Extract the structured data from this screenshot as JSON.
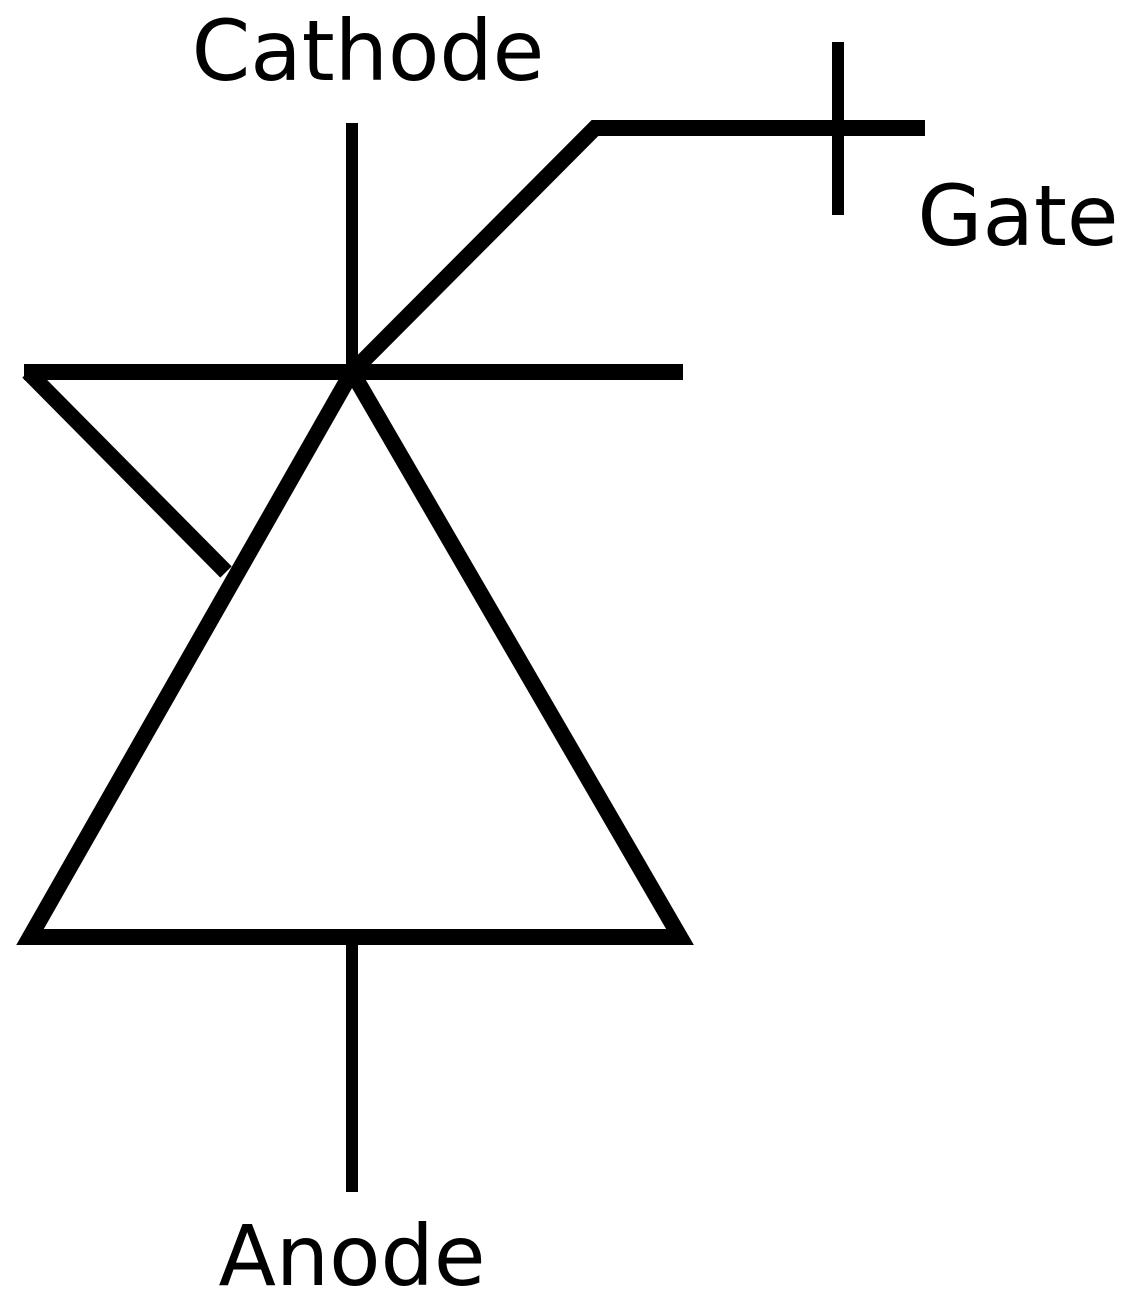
{
  "terminals": {
    "cathode": "Cathode",
    "gate": "Gate",
    "anode": "Anode"
  },
  "colors": {
    "stroke": "#000000",
    "background": "#ffffff"
  }
}
